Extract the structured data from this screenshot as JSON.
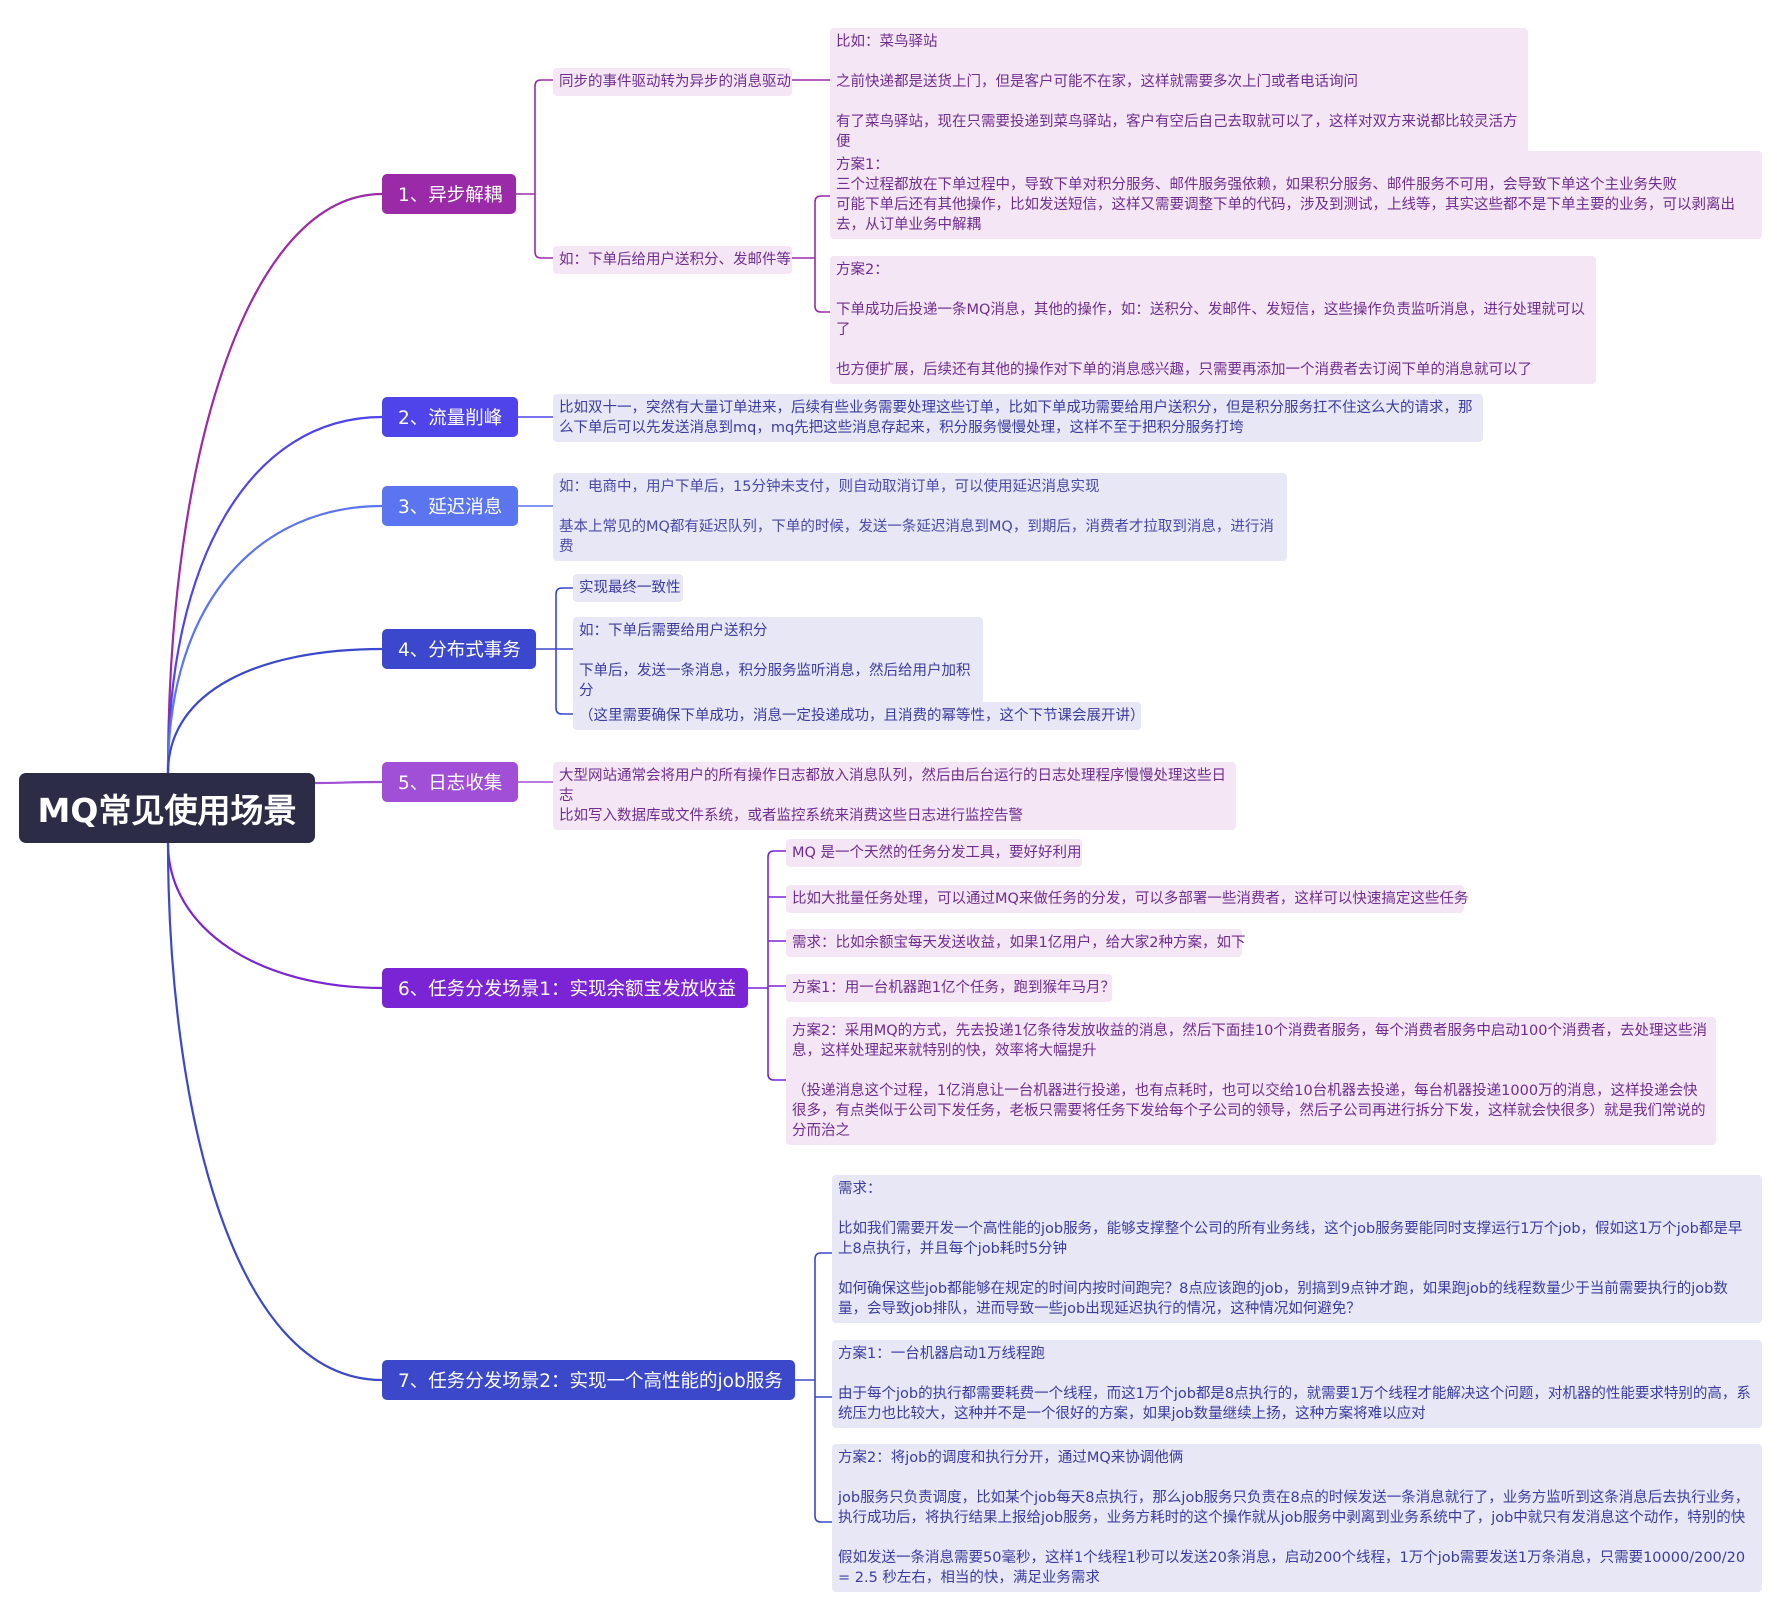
{
  "root": "MQ常见使用场景",
  "colors": {
    "root": "#2c2c47",
    "topic1": "#9a2aa8",
    "topic2": "#4f43ea",
    "topic3": "#5b74f0",
    "topic4": "#3b47cc",
    "topic5": "#a24fd8",
    "topic6": "#7a24d6",
    "topic7": "#3b48c9"
  },
  "topics": {
    "t1": "1、异步解耦",
    "t2": "2、流量削峰",
    "t3": "3、延迟消息",
    "t4": "4、分布式事务",
    "t5": "5、日志收集",
    "t6": "6、任务分发场景1：实现余额宝发放收益",
    "t7": "7、任务分发场景2：实现一个高性能的job服务"
  },
  "t1": {
    "sub1": "同步的事件驱动转为异步的消息驱动",
    "sub1_detail": [
      "比如：菜鸟驿站",
      "之前快递都是送货上门，但是客户可能不在家，这样就需要多次上门或者电话询问",
      "有了菜鸟驿站，现在只需要投递到菜鸟驿站，客户有空后自己去取就可以了，这样对双方来说都比较灵活方便"
    ],
    "sub2": "如：下单后给用户送积分、发邮件等",
    "plan1": [
      "方案1：",
      "三个过程都放在下单过程中，导致下单对积分服务、邮件服务强依赖，如果积分服务、邮件服务不可用，会导致下单这个主业务失败",
      "可能下单后还有其他操作，比如发送短信，这样又需要调整下单的代码，涉及到测试，上线等，其实这些都不是下单主要的业务，可以剥离出去，从订单业务中解耦"
    ],
    "plan2": [
      "方案2：",
      "下单成功后投递一条MQ消息，其他的操作，如：送积分、发邮件、发短信，这些操作负责监听消息，进行处理就可以了",
      "也方便扩展，后续还有其他的操作对下单的消息感兴趣，只需要再添加一个消费者去订阅下单的消息就可以了"
    ]
  },
  "t2": {
    "detail": "比如双十一，突然有大量订单进来，后续有些业务需要处理这些订单，比如下单成功需要给用户送积分，但是积分服务扛不住这么大的请求，那么下单后可以先发送消息到mq，mq先把这些消息存起来，积分服务慢慢处理，这样不至于把积分服务打垮"
  },
  "t3": {
    "detail": [
      "如：电商中，用户下单后，15分钟未支付，则自动取消订单，可以使用延迟消息实现",
      "基本上常见的MQ都有延迟队列，下单的时候，发送一条延迟消息到MQ，到期后，消费者才拉取到消息，进行消费"
    ]
  },
  "t4": {
    "sub1": "实现最终一致性",
    "sub2": [
      "如：下单后需要给用户送积分",
      "下单后，发送一条消息，积分服务监听消息，然后给用户加积分"
    ],
    "sub3": "（这里需要确保下单成功，消息一定投递成功，且消费的幂等性，这个下节课会展开讲）"
  },
  "t5": {
    "detail": [
      "大型网站通常会将用户的所有操作日志都放入消息队列，然后由后台运行的日志处理程序慢慢处理这些日志",
      "比如写入数据库或文件系统，或者监控系统来消费这些日志进行监控告警"
    ]
  },
  "t6": {
    "s1": "MQ 是一个天然的任务分发工具，要好好利用",
    "s2": "比如大批量任务处理，可以通过MQ来做任务的分发，可以多部署一些消费者，这样可以快速搞定这些任务",
    "s3": "需求：比如余额宝每天发送收益，如果1亿用户，给大家2种方案，如下",
    "s4": "方案1：用一台机器跑1亿个任务，跑到猴年马月？",
    "s5": [
      "方案2：采用MQ的方式，先去投递1亿条待发放收益的消息，然后下面挂10个消费者服务，每个消费者服务中启动100个消费者，去处理这些消息，这样处理起来就特别的快，效率将大幅提升",
      "（投递消息这个过程，1亿消息让一台机器进行投递，也有点耗时，也可以交给10台机器去投递，每台机器投递1000万的消息，这样投递会快很多，有点类似于公司下发任务，老板只需要将任务下发给每个子公司的领导，然后子公司再进行拆分下发，这样就会快很多）就是我们常说的分而治之"
    ]
  },
  "t7": {
    "s1": [
      "需求：",
      "比如我们需要开发一个高性能的job服务，能够支撑整个公司的所有业务线，这个job服务要能同时支撑运行1万个job，假如这1万个job都是早上8点执行，并且每个job耗时5分钟",
      "如何确保这些job都能够在规定的时间内按时间跑完？8点应该跑的job，别搞到9点钟才跑，如果跑job的线程数量少于当前需要执行的job数量，会导致job排队，进而导致一些job出现延迟执行的情况，这种情况如何避免？"
    ],
    "s2": [
      "方案1：一台机器启动1万线程跑",
      "由于每个job的执行都需要耗费一个线程，而这1万个job都是8点执行的，就需要1万个线程才能解决这个问题，对机器的性能要求特别的高，系统压力也比较大，这种并不是一个很好的方案，如果job数量继续上扬，这种方案将难以应对"
    ],
    "s3": [
      "方案2：将job的调度和执行分开，通过MQ来协调他俩",
      "job服务只负责调度，比如某个job每天8点执行，那么job服务只负责在8点的时候发送一条消息就行了，业务方监听到这条消息后去执行业务，执行成功后，将执行结果上报给job服务，业务方耗时的这个操作就从job服务中剥离到业务系统中了，job中就只有发消息这个动作，特别的快",
      "假如发送一条消息需要50毫秒，这样1个线程1秒可以发送20条消息，启动200个线程，1万个job需要发送1万条消息，只需要10000/200/20 = 2.5 秒左右，相当的快，满足业务需求"
    ]
  }
}
